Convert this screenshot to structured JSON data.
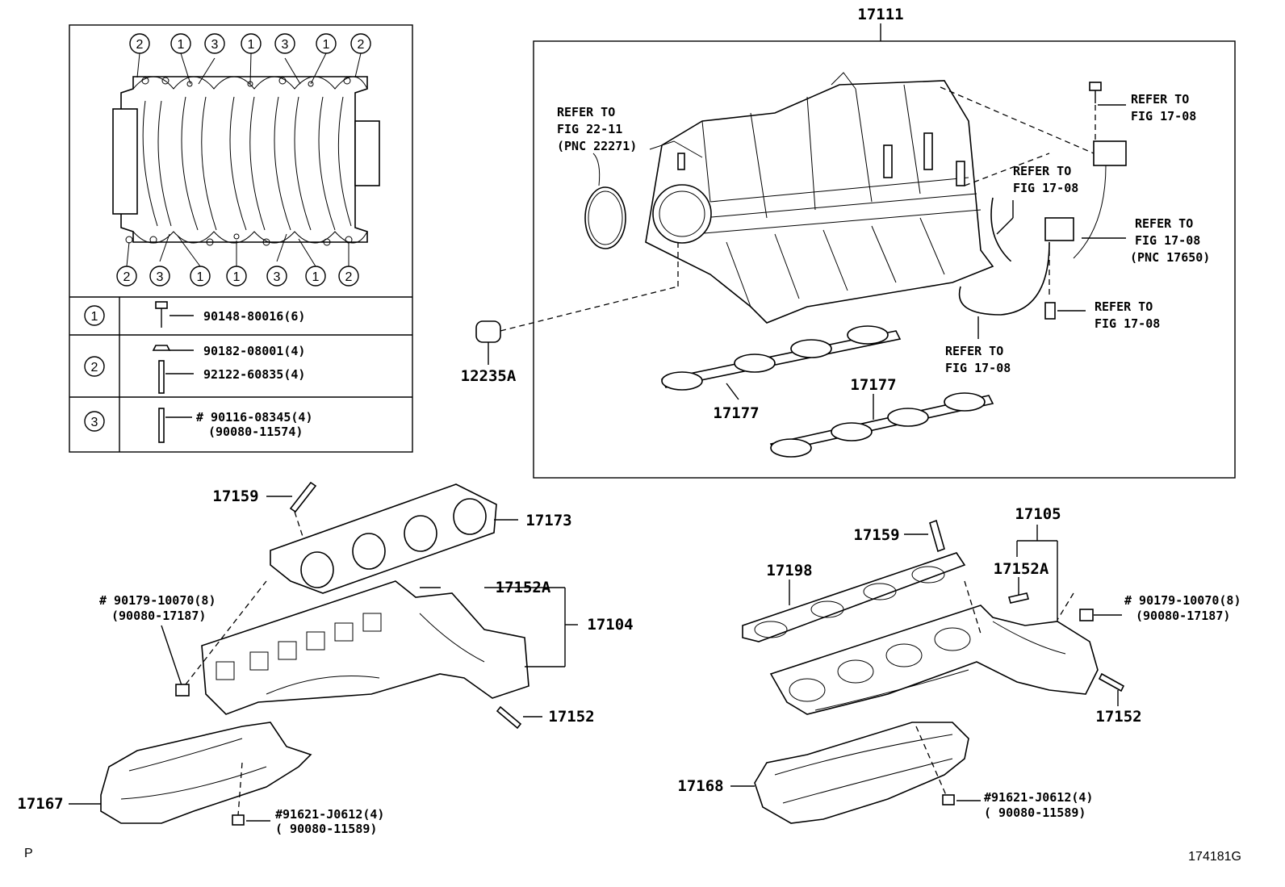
{
  "inset": {
    "top_callouts": [
      "2",
      "1",
      "3",
      "1",
      "3",
      "1",
      "2"
    ],
    "bottom_callouts": [
      "2",
      "3",
      "1",
      "1",
      "3",
      "1",
      "2"
    ],
    "legend": [
      {
        "key": "1",
        "parts": [
          "90148-80016(6)"
        ]
      },
      {
        "key": "2",
        "parts": [
          "90182-08001(4)",
          "92122-60835(4)"
        ]
      },
      {
        "key": "3",
        "parts": [
          "# 90116-08345(4)",
          "(90080-11574)"
        ]
      }
    ]
  },
  "intake": {
    "assembly_label": "17111",
    "gasket_label_1": "17177",
    "gasket_label_2": "17177",
    "plug_label": "12235A",
    "refer_22_11": [
      "REFER TO",
      "FIG 22-11",
      "(PNC 22271)"
    ],
    "refer_top_right": [
      "REFER TO",
      "FIG 17-08"
    ],
    "refer_mid_center": [
      "REFER TO",
      "FIG 17-08"
    ],
    "refer_mid_right": [
      "REFER TO",
      "FIG 17-08",
      "(PNC 17650)"
    ],
    "refer_lower_right": [
      "REFER TO",
      "FIG 17-08"
    ],
    "refer_bottom_center": [
      "REFER TO",
      "FIG 17-08"
    ]
  },
  "left_exhaust": {
    "stud_top": "17159",
    "gasket": "17173",
    "stud_mid": "17152A",
    "manifold": "17104",
    "stud_bottom": "17152",
    "heat_insulator": "17167",
    "nut_ref": [
      "# 90179-10070(8)",
      "(90080-17187)"
    ],
    "bolt_ref": [
      "#91621-J0612(4)",
      "( 90080-11589)"
    ]
  },
  "right_exhaust": {
    "stud_top": "17159",
    "gasket": "17198",
    "manifold": "17105",
    "stud_mid": "17152A",
    "stud_bottom": "17152",
    "heat_insulator": "17168",
    "nut_ref": [
      "# 90179-10070(8)",
      "(90080-17187)"
    ],
    "bolt_ref": [
      "#91621-J0612(4)",
      "( 90080-11589)"
    ]
  },
  "footer": {
    "left_code": "P",
    "figure_code": "174181G"
  }
}
